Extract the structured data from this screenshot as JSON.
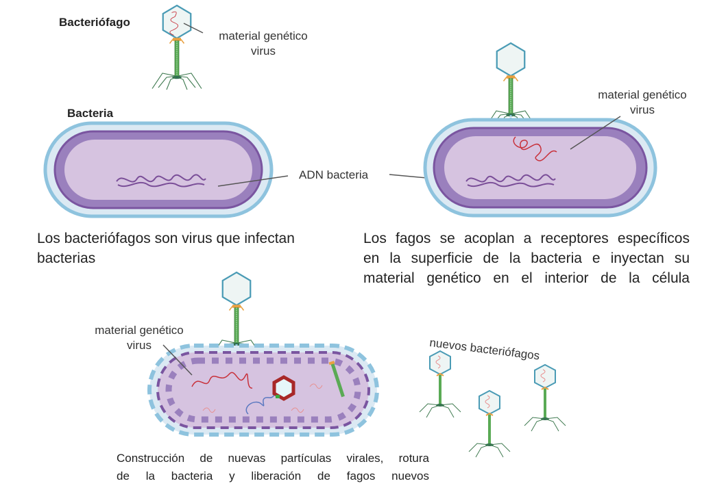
{
  "labels": {
    "bacteriophage_title": "Bacteriófago",
    "bacteria_title": "Bacteria",
    "viral_genetic_material_line1": "material genético",
    "viral_genetic_material_line2": "virus",
    "bacterial_dna": "ADN bacteria",
    "new_phages": "nuevos bacteriófagos"
  },
  "captions": {
    "step1": [
      "Los bacteriófagos son virus que infectan",
      "bacterias"
    ],
    "step2": [
      "Los fagos se acoplan a receptores específicos",
      "en la superficie de la bacteria e inyectan su",
      "material genético en el interior de la célula"
    ],
    "step3": [
      "Construcción de nuevas partículas virales, rotura",
      "de la bacteria  y liberación de fagos nuevos"
    ]
  },
  "colors": {
    "capsid_stroke": "#4a9bb5",
    "capsid_fill": "#eef5f4",
    "tail_green": "#4c9a4c",
    "collar_orange": "#e8a040",
    "outer_membrane": "#8ec3de",
    "periplasm": "#dbe9f3",
    "cell_wall": "#7a55a0",
    "cytoplasm": "#d6c3e0",
    "dna_purple": "#7a4e98",
    "viral_dna_red": "#c8303a"
  }
}
